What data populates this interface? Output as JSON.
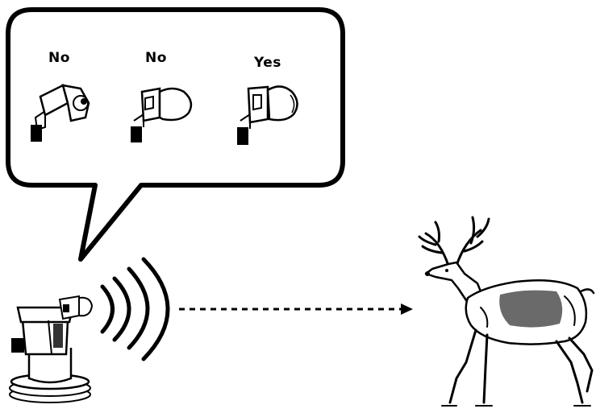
{
  "speech_bubble": {
    "options": [
      {
        "label": "No"
      },
      {
        "label": "No"
      },
      {
        "label": "Yes"
      }
    ]
  },
  "icons": {
    "robot": "camera-robot-icon",
    "signal": "signal-waves-icon",
    "target": "deer-icon"
  },
  "colors": {
    "ink": "#000000",
    "background": "#ffffff"
  }
}
